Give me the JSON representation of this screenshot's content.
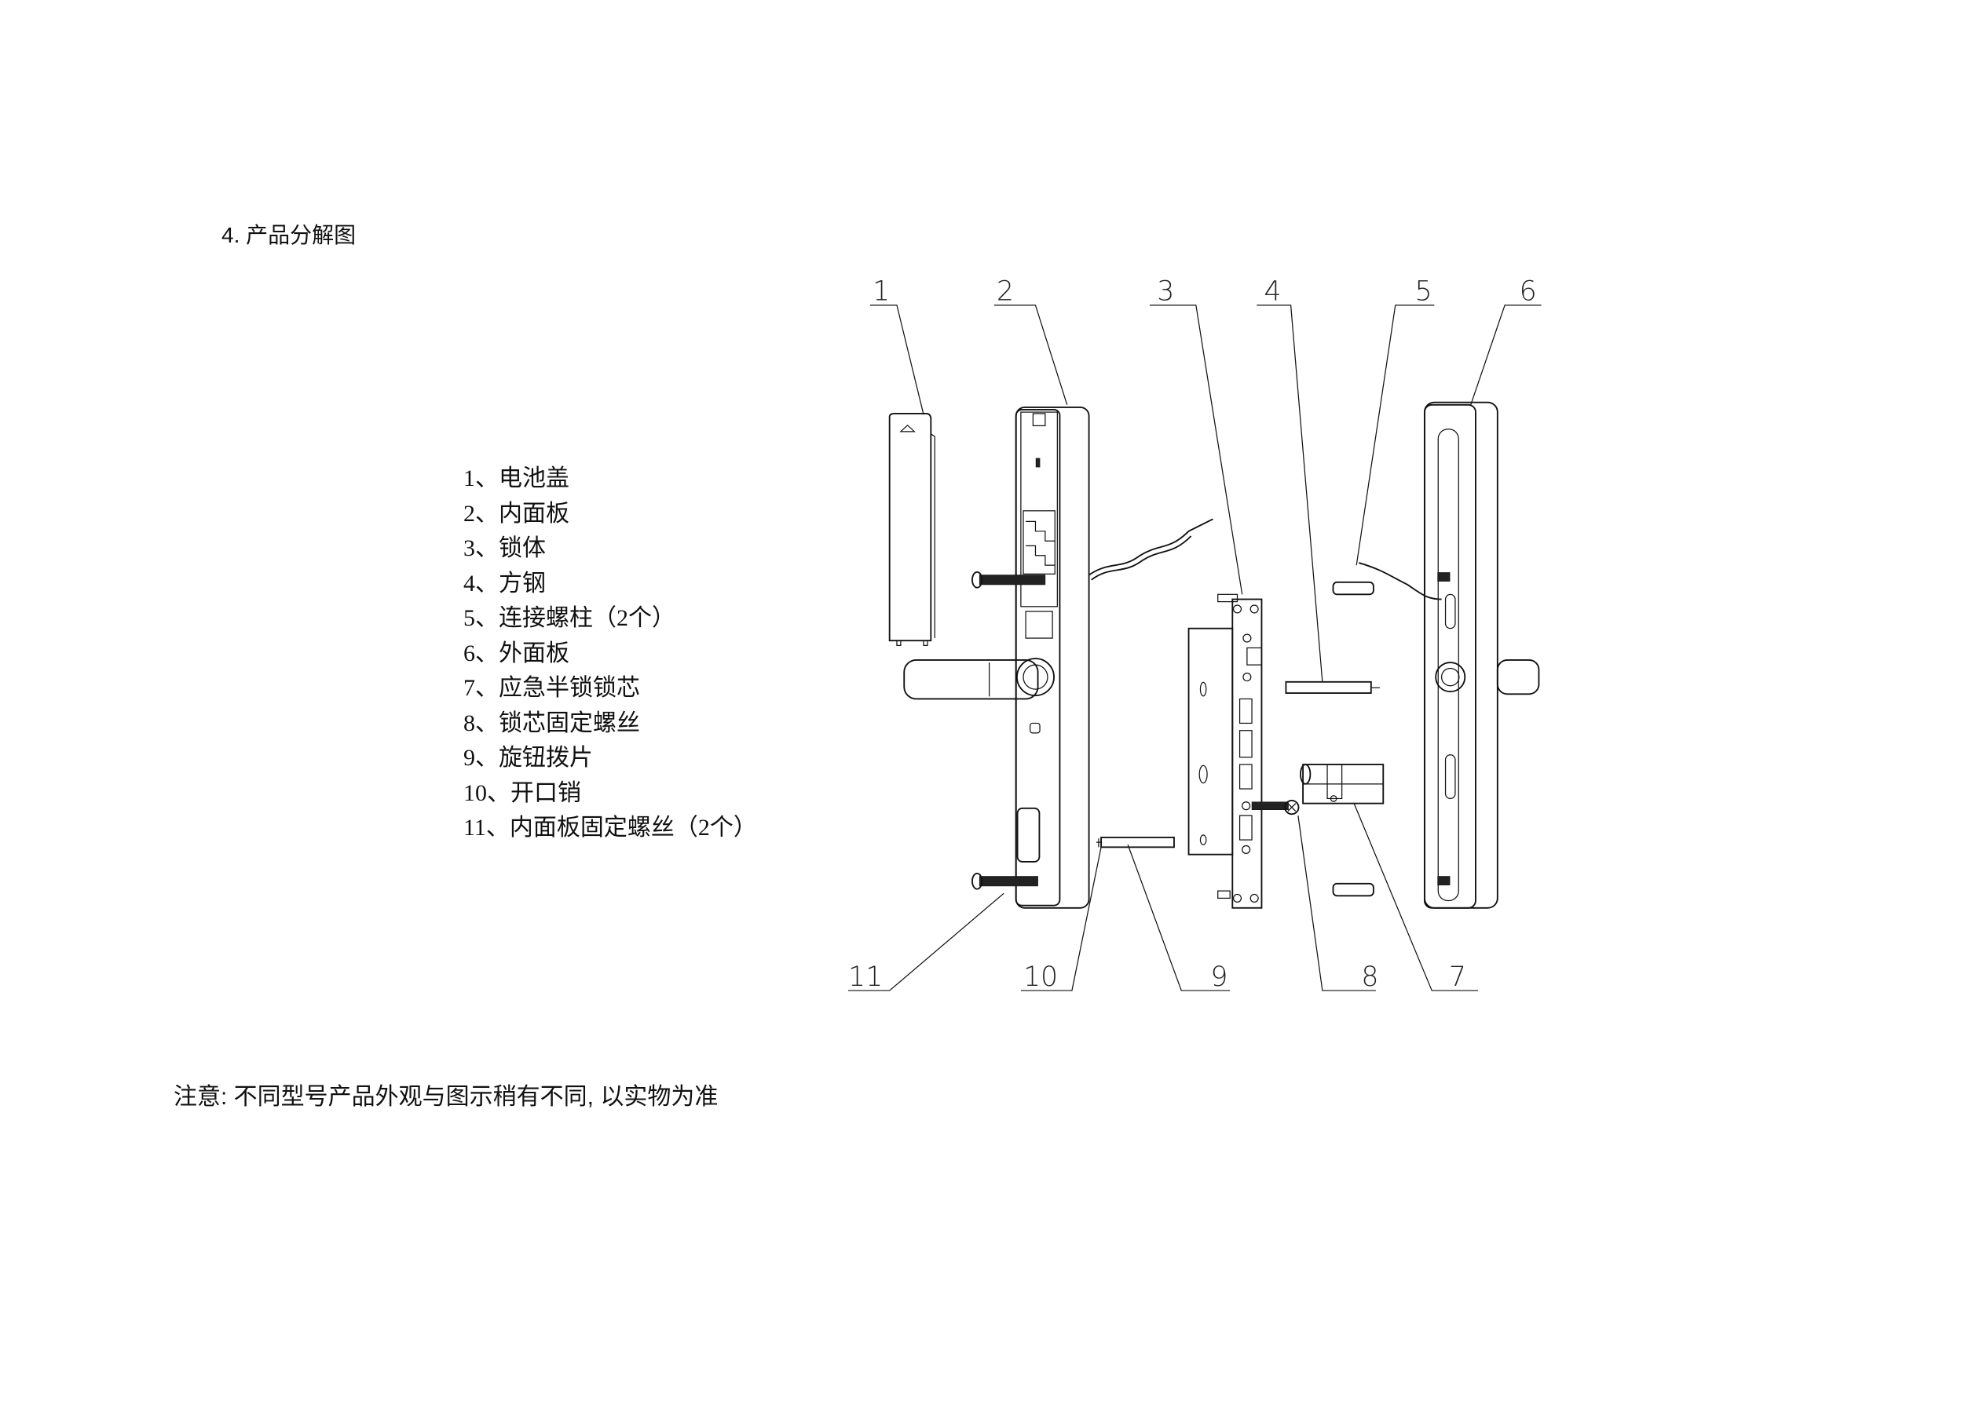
{
  "section_title": "4. 产品分解图",
  "parts": [
    {
      "number": "1",
      "label": "1、电池盖"
    },
    {
      "number": "2",
      "label": "2、内面板"
    },
    {
      "number": "3",
      "label": "3、锁体"
    },
    {
      "number": "4",
      "label": "4、方钢"
    },
    {
      "number": "5",
      "label": "5、连接螺柱（2个）"
    },
    {
      "number": "6",
      "label": "6、外面板"
    },
    {
      "number": "7",
      "label": "7、应急半锁锁芯"
    },
    {
      "number": "8",
      "label": "8、锁芯固定螺丝"
    },
    {
      "number": "9",
      "label": "9、旋钮拨片"
    },
    {
      "number": "10",
      "label": "10、开口销"
    },
    {
      "number": "11",
      "label": "11、内面板固定螺丝（2个）"
    }
  ],
  "note": "注意: 不同型号产品外观与图示稍有不同, 以实物为准"
}
